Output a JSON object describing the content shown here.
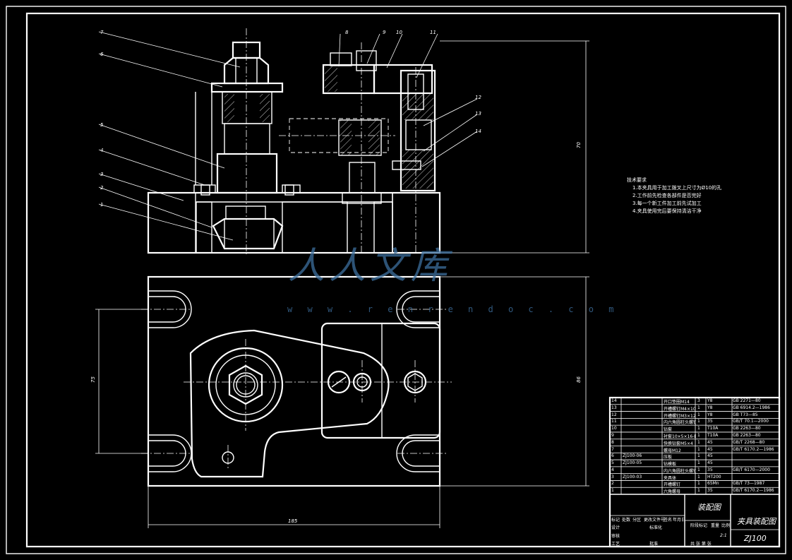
{
  "tech_requirements": {
    "title": "技术要求",
    "items": [
      "1.本夹具用于加工拨叉上尺寸为Ø10的孔",
      "2.工作前先检查各部件是否完好",
      "3.每一个新工件加工前先试加工",
      "4.夹具使用完后要保持清洁干净"
    ]
  },
  "dimensions": {
    "overall_height": "70",
    "plan_depth": "86",
    "plan_width": "75",
    "base_length": "185"
  },
  "balloons": [
    "1",
    "2",
    "3",
    "4",
    "5",
    "6",
    "7",
    "8",
    "9",
    "10",
    "11",
    "12",
    "13",
    "14"
  ],
  "bom": {
    "rows": [
      {
        "no": "14",
        "code": "",
        "name": "开口垫圈M14",
        "qty": "3",
        "mat": "Y8",
        "std": "GB 2271—80"
      },
      {
        "no": "13",
        "code": "",
        "name": "开槽螺钉M4×10",
        "qty": "1",
        "mat": "Y8",
        "std": "GB 6914.2—1986"
      },
      {
        "no": "12",
        "code": "",
        "name": "开槽螺钉M3×12",
        "qty": "1",
        "mat": "Y8",
        "std": "GB T73—85"
      },
      {
        "no": "11",
        "code": "",
        "name": "内六角圆柱头螺钉",
        "qty": "1",
        "mat": "35",
        "std": "GB/T 70.1—2000"
      },
      {
        "no": "10",
        "code": "",
        "name": "钻套",
        "qty": "1",
        "mat": "T10A",
        "std": "GB 2263—80"
      },
      {
        "no": "9",
        "code": "",
        "name": "衬套10×5×16-B",
        "qty": "1",
        "mat": "T10A",
        "std": "GB 2263—80"
      },
      {
        "no": "8",
        "code": "",
        "name": "快换钻套M5×4",
        "qty": "1",
        "mat": "45",
        "std": "GB/T 2268—80"
      },
      {
        "no": "7",
        "code": "",
        "name": "螺母M12",
        "qty": "1",
        "mat": "45",
        "std": "GB/T 6170.2—1986"
      },
      {
        "no": "6",
        "code": "ZJ100-06",
        "name": "压板",
        "qty": "1",
        "mat": "45",
        "std": ""
      },
      {
        "no": "5",
        "code": "ZJ100-05",
        "name": "钻模板",
        "qty": "1",
        "mat": "45",
        "std": ""
      },
      {
        "no": "4",
        "code": "",
        "name": "内六角圆柱头螺钉",
        "qty": "1",
        "mat": "35",
        "std": "GB/T 6170—2000"
      },
      {
        "no": "3",
        "code": "ZJ100-03",
        "name": "夹具体",
        "qty": "1",
        "mat": "HT200",
        "std": ""
      },
      {
        "no": "2",
        "code": "",
        "name": "开槽螺钉",
        "qty": "1",
        "mat": "65Mn",
        "std": "GB/T 73—1987"
      },
      {
        "no": "1",
        "code": "",
        "name": "六角螺母",
        "qty": "1",
        "mat": "35",
        "std": "GB/T 6170.2—1986"
      }
    ]
  },
  "title_block": {
    "title": "装配图",
    "drawing_name": "夹具装配图",
    "drawing_no": "ZJ100",
    "scale": "2:1",
    "headers": [
      "标记",
      "处数",
      "分区",
      "更改文件号",
      "签名",
      "年月日"
    ],
    "labels": {
      "design": "设计",
      "standard": "标准化",
      "audit": "审核",
      "process": "工艺",
      "approve": "批准",
      "stage": "阶段标记",
      "weight": "重量",
      "ratio": "比例",
      "sheets": "共 张 第 张"
    }
  },
  "watermark": {
    "text": "人人文库",
    "url": "w w w . r e n r e n d o c . c o m"
  }
}
